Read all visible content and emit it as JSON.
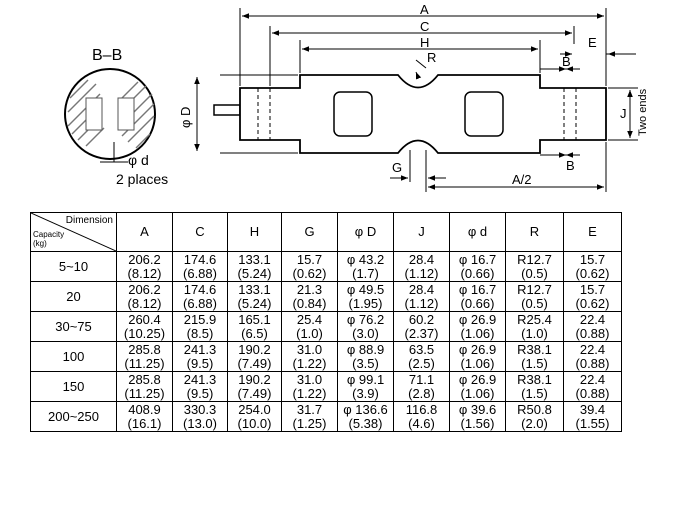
{
  "drawing": {
    "section_title": "B–B",
    "section_hole_label": "φ d",
    "section_note": "2 places",
    "dim_labels": {
      "A": "A",
      "C": "C",
      "H": "H",
      "E": "E",
      "R": "R",
      "B_top": "B",
      "B_bottom": "B",
      "D": "φ D",
      "J": "J",
      "J_note": "Two ends",
      "G": "G",
      "A_half": "A/2"
    }
  },
  "table": {
    "header": {
      "dimension": "Dimension",
      "capacity": "Capacity",
      "kg": "(kg)",
      "columns": [
        "A",
        "C",
        "H",
        "G",
        "φ D",
        "J",
        "φ d",
        "R",
        "E"
      ]
    },
    "rows": [
      {
        "capacity": "5~10",
        "cells": [
          [
            "206.2",
            "(8.12)"
          ],
          [
            "174.6",
            "(6.88)"
          ],
          [
            "133.1",
            "(5.24)"
          ],
          [
            "15.7",
            "(0.62)"
          ],
          [
            "φ 43.2",
            "(1.7)"
          ],
          [
            "28.4",
            "(1.12)"
          ],
          [
            "φ 16.7",
            "(0.66)"
          ],
          [
            "R12.7",
            "(0.5)"
          ],
          [
            "15.7",
            "(0.62)"
          ]
        ]
      },
      {
        "capacity": "20",
        "cells": [
          [
            "206.2",
            "(8.12)"
          ],
          [
            "174.6",
            "(6.88)"
          ],
          [
            "133.1",
            "(5.24)"
          ],
          [
            "21.3",
            "(0.84)"
          ],
          [
            "φ 49.5",
            "(1.95)"
          ],
          [
            "28.4",
            "(1.12)"
          ],
          [
            "φ 16.7",
            "(0.66)"
          ],
          [
            "R12.7",
            "(0.5)"
          ],
          [
            "15.7",
            "(0.62)"
          ]
        ]
      },
      {
        "capacity": "30~75",
        "cells": [
          [
            "260.4",
            "(10.25)"
          ],
          [
            "215.9",
            "(8.5)"
          ],
          [
            "165.1",
            "(6.5)"
          ],
          [
            "25.4",
            "(1.0)"
          ],
          [
            "φ 76.2",
            "(3.0)"
          ],
          [
            "60.2",
            "(2.37)"
          ],
          [
            "φ 26.9",
            "(1.06)"
          ],
          [
            "R25.4",
            "(1.0)"
          ],
          [
            "22.4",
            "(0.88)"
          ]
        ]
      },
      {
        "capacity": "100",
        "cells": [
          [
            "285.8",
            "(11.25)"
          ],
          [
            "241.3",
            "(9.5)"
          ],
          [
            "190.2",
            "(7.49)"
          ],
          [
            "31.0",
            "(1.22)"
          ],
          [
            "φ 88.9",
            "(3.5)"
          ],
          [
            "63.5",
            "(2.5)"
          ],
          [
            "φ 26.9",
            "(1.06)"
          ],
          [
            "R38.1",
            "(1.5)"
          ],
          [
            "22.4",
            "(0.88)"
          ]
        ]
      },
      {
        "capacity": "150",
        "cells": [
          [
            "285.8",
            "(11.25)"
          ],
          [
            "241.3",
            "(9.5)"
          ],
          [
            "190.2",
            "(7.49)"
          ],
          [
            "31.0",
            "(1.22)"
          ],
          [
            "φ 99.1",
            "(3.9)"
          ],
          [
            "71.1",
            "(2.8)"
          ],
          [
            "φ 26.9",
            "(1.06)"
          ],
          [
            "R38.1",
            "(1.5)"
          ],
          [
            "22.4",
            "(0.88)"
          ]
        ]
      },
      {
        "capacity": "200~250",
        "cells": [
          [
            "408.9",
            "(16.1)"
          ],
          [
            "330.3",
            "(13.0)"
          ],
          [
            "254.0",
            "(10.0)"
          ],
          [
            "31.7",
            "(1.25)"
          ],
          [
            "φ 136.6",
            "(5.38)"
          ],
          [
            "116.8",
            "(4.6)"
          ],
          [
            "φ 39.6",
            "(1.56)"
          ],
          [
            "R50.8",
            "(2.0)"
          ],
          [
            "39.4",
            "(1.55)"
          ]
        ]
      }
    ]
  }
}
